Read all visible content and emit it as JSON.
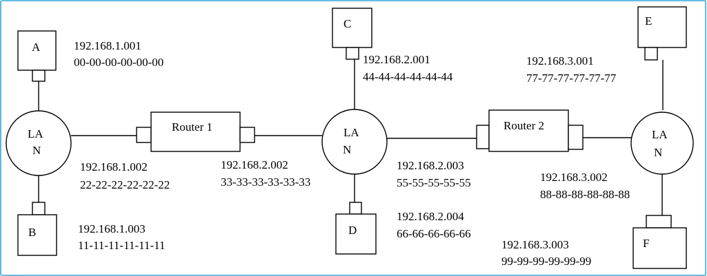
{
  "colors": {
    "frame": "#35a7d8",
    "ink": "#000000"
  },
  "hosts": {
    "A": {
      "label": "A",
      "ip": "192.168.1.001",
      "mac": "00-00-00-00-00-00"
    },
    "B": {
      "label": "B",
      "ip": "192.168.1.003",
      "mac": "11-11-11-11-11-11"
    },
    "C": {
      "label": "C",
      "ip": "192.168.2.001",
      "mac": "44-44-44-44-44-44"
    },
    "D": {
      "label": "D",
      "ip": "192.168.2.004",
      "mac": "66-66-66-66-66"
    },
    "E": {
      "label": "E",
      "ip": "192.168.3.001",
      "mac": "77-77-77-77-77-77"
    },
    "F": {
      "label": "F",
      "ip": "192.168.3.003",
      "mac": "99-99-99-99-99-99"
    }
  },
  "lans": {
    "lan1": {
      "line1": "LA",
      "line2": "N"
    },
    "lan2": {
      "line1": "LA",
      "line2": "N"
    },
    "lan3": {
      "line1": "LA",
      "line2": "N"
    }
  },
  "routers": {
    "r1": {
      "label": "Router 1",
      "left_if": {
        "ip": "192.168.1.002",
        "mac": "22-22-22-22-22-22"
      },
      "right_if": {
        "ip": "192.168.2.002",
        "mac": "33-33-33-33-33-33"
      }
    },
    "r2": {
      "label": "Router 2",
      "left_if": {
        "ip": "192.168.2.003",
        "mac": "55-55-55-55-55"
      },
      "right_if": {
        "ip": "192.168.3.002",
        "mac": "88-88-88-88-88-88"
      }
    }
  }
}
